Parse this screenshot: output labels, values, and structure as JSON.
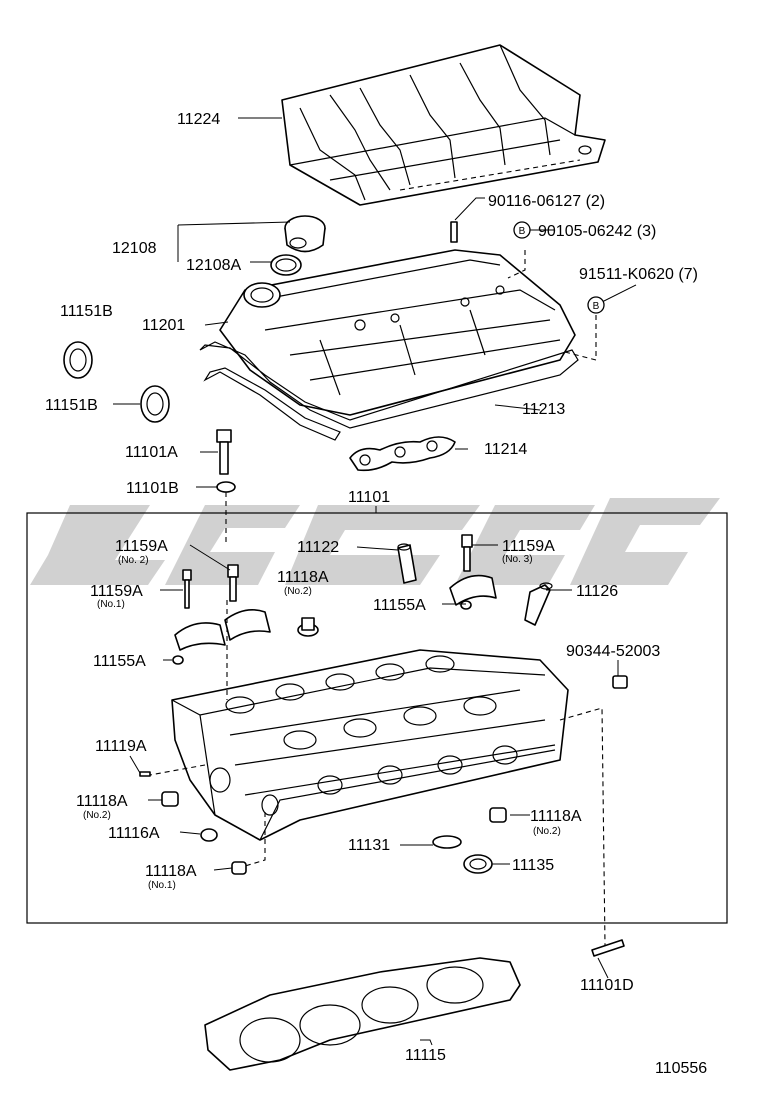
{
  "labels": {
    "p11224": "11224",
    "p12108": "12108",
    "p12108a": "12108A",
    "p90116": "90116-06127 (2)",
    "p90105": "90105-06242 (3)",
    "p91511": "91511-K0620 (7)",
    "p11151b_top": "11151B",
    "p11201": "11201",
    "p11151b": "11151B",
    "p11213": "11213",
    "p11101a": "11101A",
    "p11214": "11214",
    "p11101b": "11101B",
    "p11101": "11101",
    "p11159a_no2": "11159A",
    "p11122": "11122",
    "p11159a_no3": "11159A",
    "p11118a_top": "11118A",
    "p11159a_no1": "11159A",
    "p11155a_right": "11155A",
    "p11126": "11126",
    "p11155a_left": "11155A",
    "p90344": "90344-52003",
    "p11119a": "11119A",
    "p11118a_left": "11118A",
    "p11118a_right": "11118A",
    "p11116a": "11116A",
    "p11131": "11131",
    "p11135": "11135",
    "p11118a_bottom": "11118A",
    "p11101d": "11101D",
    "p11115": "11115",
    "fig_code": "110556"
  },
  "sublabels": {
    "no2_a": "(No. 2)",
    "no3": "(No. 3)",
    "no2_b": "(No.2)",
    "no1_a": "(No.1)",
    "no2_c": "(No.2)",
    "no2_d": "(No.2)",
    "no1_b": "(No.1)"
  },
  "marker_letter": "B",
  "watermark_color": "#c9c9c9"
}
